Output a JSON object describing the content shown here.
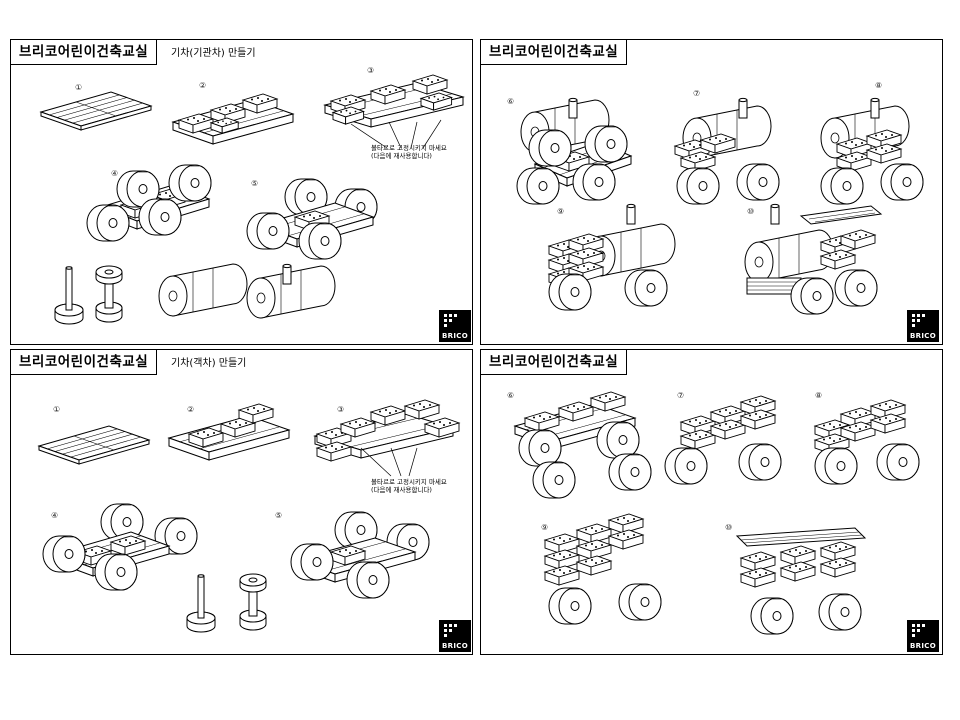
{
  "panels": [
    {
      "title": "브리코어린이건축교실",
      "subtitle": "기차(기관차) 만들기",
      "steps": [
        "①",
        "②",
        "③",
        "④",
        "⑤"
      ],
      "note": [
        "볼타르로 고정시키지 마세요",
        "(다음에 재사용합니다)"
      ],
      "logo": "BRICO"
    },
    {
      "title": "브리코어린이건축교실",
      "steps": [
        "⑥",
        "⑦",
        "⑧",
        "⑨",
        "⑩"
      ],
      "logo": "BRICO"
    },
    {
      "title": "브리코어린이건축교실",
      "subtitle": "기차(객차) 만들기",
      "steps": [
        "①",
        "②",
        "③",
        "④",
        "⑤"
      ],
      "note": [
        "볼타르로 고정시키지 마세요",
        "(다음에 재사용합니다)"
      ],
      "logo": "BRICO"
    },
    {
      "title": "브리코어린이건축교실",
      "steps": [
        "⑥",
        "⑦",
        "⑧",
        "⑨",
        "⑩"
      ],
      "logo": "BRICO"
    }
  ]
}
